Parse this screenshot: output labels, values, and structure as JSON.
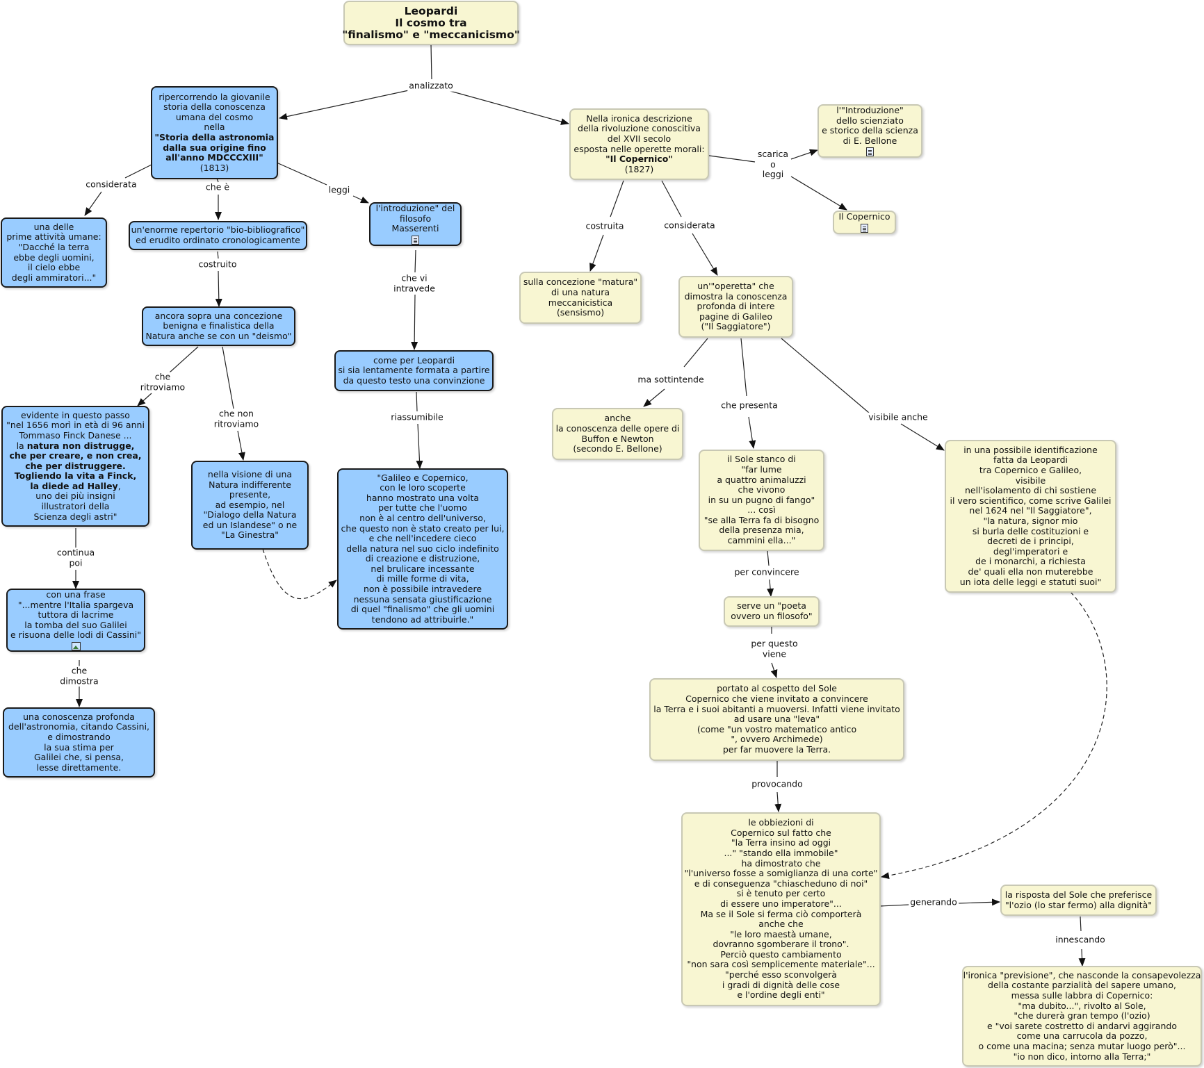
{
  "title": {
    "line1": "Leopardi",
    "line2": "Il cosmo tra",
    "line3": "\"finalismo\" e \"meccanicismo\""
  },
  "nodes": {
    "storia": {
      "pre": "ripercorrendo la giovanile\nstoria della conoscenza\numana del cosmo\nnella",
      "bold": "\"Storia della astronomia\ndalla sua origine fino\nall'anno MDCCCXIII\"",
      "post": "(1813)"
    },
    "copernico_desc": {
      "pre": "Nella ironica descrizione\ndella rivoluzione conoscitiva\ndel XVII secolo\nesposta nelle operette morali:",
      "bold": "\"Il Copernico\"",
      "post": "(1827)"
    },
    "introduzione_bellone": "l'\"Introduzione\"\ndello scienziato\ne storico della scienza\ndi E. Bellone",
    "il_copernico": "Il Copernico",
    "prime_attivita": "una delle\nprime attività umane:\n\"Dacché la terra\nebbe degli uomini,\nil cielo ebbe\ndegli ammiratori...\"",
    "repertorio": "un'enorme repertorio \"bio-bibliografico\"\ned erudito ordinato cronologicamente",
    "masserenti": "l'introduzione\" del\nfilosofo\nMasserenti",
    "concezione_benigna": "ancora sopra una concezione\nbenigna e finalistica della\nNatura anche se con un \"deismo\"",
    "come_leopardi": "come per Leopardi\nsi sia lentamente formata a partire\nda questo testo una convinzione",
    "evidente": {
      "pre": "evidente in questo passo\n\"nel 1656 morì in età di 96 anni\nTommaso Finck Danese ...\nla ",
      "bold1": "natura non distrugge,\nche per creare, e non crea,\nche per distruggere.\nTogliendo la vita a Finck,\nla diede ad Halley",
      "post": ",\nuno dei più insigni\nillustratori della\nScienza degli astri\""
    },
    "visione_natura": "nella visione di una\nNatura indifferente\npresente,\nad esempio, nel\n\"Dialogo della Natura\ned un Islandese\" o ne\n\"La Ginestra\"",
    "galileo_copernico": "\"Galileo e Copernico,\ncon le loro scoperte\nhanno mostrato una volta\nper tutte che l'uomo\nnon è al centro dell'universo,\nche questo non è stato creato per lui,\ne che nell'incedere cieco\ndella natura nel suo ciclo indefinito\ndi creazione e distruzione,\nnel brulicare incessante\ndi mille forme di vita,\nnon è possibile intravedere\nnessuna sensata giustificazione\ndi quel \"finalismo\" che gli uomini\ntendono ad attribuirle.\"",
    "con_una_frase": "con una frase\n\"...mentre l'Italia spargeva\ntuttora di lacrime\nla tomba del suo Galilei\ne risuona delle lodi di Cassini\"",
    "conoscenza_profonda": "una conoscenza profonda\ndell'astronomia, citando Cassini,\ne dimostrando\nla sua stima per\nGalilei che, si pensa,\nlesse direttamente.",
    "concezione_matura": "sulla concezione \"matura\"\ndi una natura\nmeccanicistica\n(sensismo)",
    "operetta": "un'\"operetta\" che\ndimostra la conoscenza\nprofonda di intere\npagine di Galileo\n(\"Il Saggiatore\")",
    "buffon": "anche\nla conoscenza delle opere di\nBuffon e Newton\n(secondo E. Bellone)",
    "sole_stanco": "il Sole stanco di\n\"far lume\na quattro animaluzzi\nche vivono\nin su un pugno di fango\"\n... così\n\"se alla Terra fa di bisogno\ndella presenza mia,\ncammini ella...\"",
    "identificazione": "in una possibile identificazione\nfatta da Leopardi\ntra Copernico e Galileo,\nvisibile\nnell'isolamento di chi sostiene\nil vero scientifico, come scrive Galilei\nnel 1624 nel \"Il Saggiatore\",\n\"la natura, signor mio\nsi burla delle costituzioni e\ndecreti de i principi,\ndegl'imperatori e\nde i monarchi, a richiesta\nde' quali ella non muterebbe\nun iota delle leggi e statuti suoi\"",
    "poeta": "serve un \"poeta\novvero un filosofo\"",
    "portato": "portato al cospetto del Sole\nCopernico che viene invitato a convincere\nla Terra e i suoi abitanti a muoversi. Infatti viene invitato\nad usare una \"leva\"\n(come \"un vostro matematico antico\n\", ovvero Archimede)\nper far muovere la Terra.",
    "obbiezioni": "le obbiezioni di\nCopernico sul fatto che\n\"la Terra insino ad oggi\n...\" \"stando ella immobile\"\nha dimostrato che\n\"l'universo fosse a somiglianza di una corte\"\ne di conseguenza \"chiascheduno di noi\"\nsi è tenuto per certo\ndi essere uno imperatore\"...\nMa se il Sole si ferma ciò comporterà\nanche che\n\"le loro maestà umane,\ndovranno sgomberare il trono\".\nPerciò questo cambiamento\n\"non sara così semplicemente materiale\"...\n\"perché esso sconvolgerà\ni gradi di dignità delle cose\ne l'ordine degli enti\"",
    "risposta_sole": "la risposta del Sole che preferisce\n\"l'ozio (lo star fermo) alla dignità\"",
    "ironica_previsione": "l'ironica \"previsione\", che nasconde la consapevolezza\ndella costante parzialità del sapere umano,\nmessa sulle labbra di Copernico:\n\"ma dubito...\", rivolto al Sole,\n\"che durerà gran tempo (l'ozio)\ne \"voi sarete costretto di andarvi aggirando\ncome una carrucola da pozzo,\no come una macina; senza mutar luogo però\"...\n\"io non dico, intorno alla Terra;\""
  },
  "labels": {
    "analizzato": "analizzato",
    "considerata1": "considerata",
    "che_e": "che è",
    "leggi": "leggi",
    "scarica": "scarica\no\nleggi",
    "costruito": "costruito",
    "che_vi_intravede": "che vi\nintravede",
    "che_ritroviamo": "che\nritroviamo",
    "che_non_ritroviamo": "che non\nritroviamo",
    "riassumibile": "riassumibile",
    "continua_poi": "continua\npoi",
    "che_dimostra": "che\ndimostra",
    "costruita": "costruita",
    "considerata2": "considerata",
    "ma_sottintende": "ma sottintende",
    "che_presenta": "che presenta",
    "visibile_anche": "visibile anche",
    "per_convincere": "per convincere",
    "per_questo_viene": "per questo\nviene",
    "provocando": "provocando",
    "generando": "generando",
    "innescando": "innescando"
  }
}
